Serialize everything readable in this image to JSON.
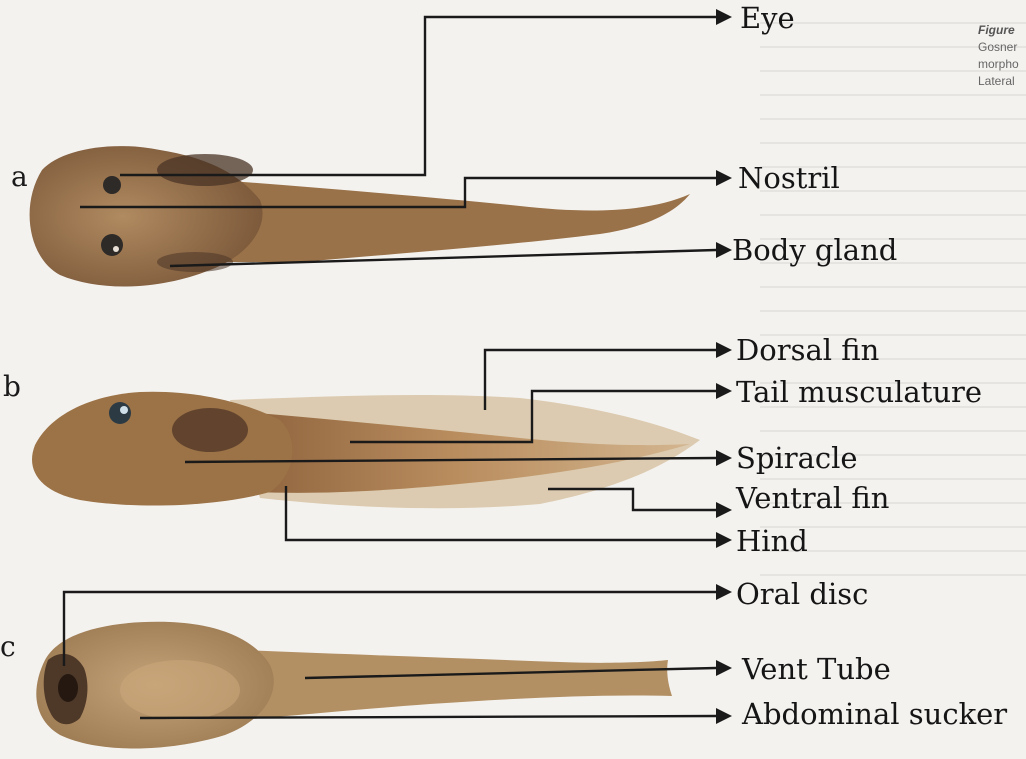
{
  "caption": {
    "figure": "Figure ",
    "lines": [
      "Gosner",
      "morpho",
      "Lateral"
    ]
  },
  "panels": [
    {
      "letter": "a",
      "labels": [
        "Eye",
        "Nostril",
        "Body gland"
      ]
    },
    {
      "letter": "b",
      "labels": [
        "Dorsal fin",
        "Tail musculature",
        "Spiracle",
        "Ventral fin",
        "Hind"
      ]
    },
    {
      "letter": "c",
      "labels": [
        "Oral disc",
        "Vent Tube",
        "Abdominal sucker"
      ]
    }
  ],
  "colors": {
    "background": "#f4f2ef",
    "body": "#a0784e",
    "body_dark": "#5b3f2c",
    "fin": "#d8c7ad",
    "line": "#1a1a1a"
  }
}
